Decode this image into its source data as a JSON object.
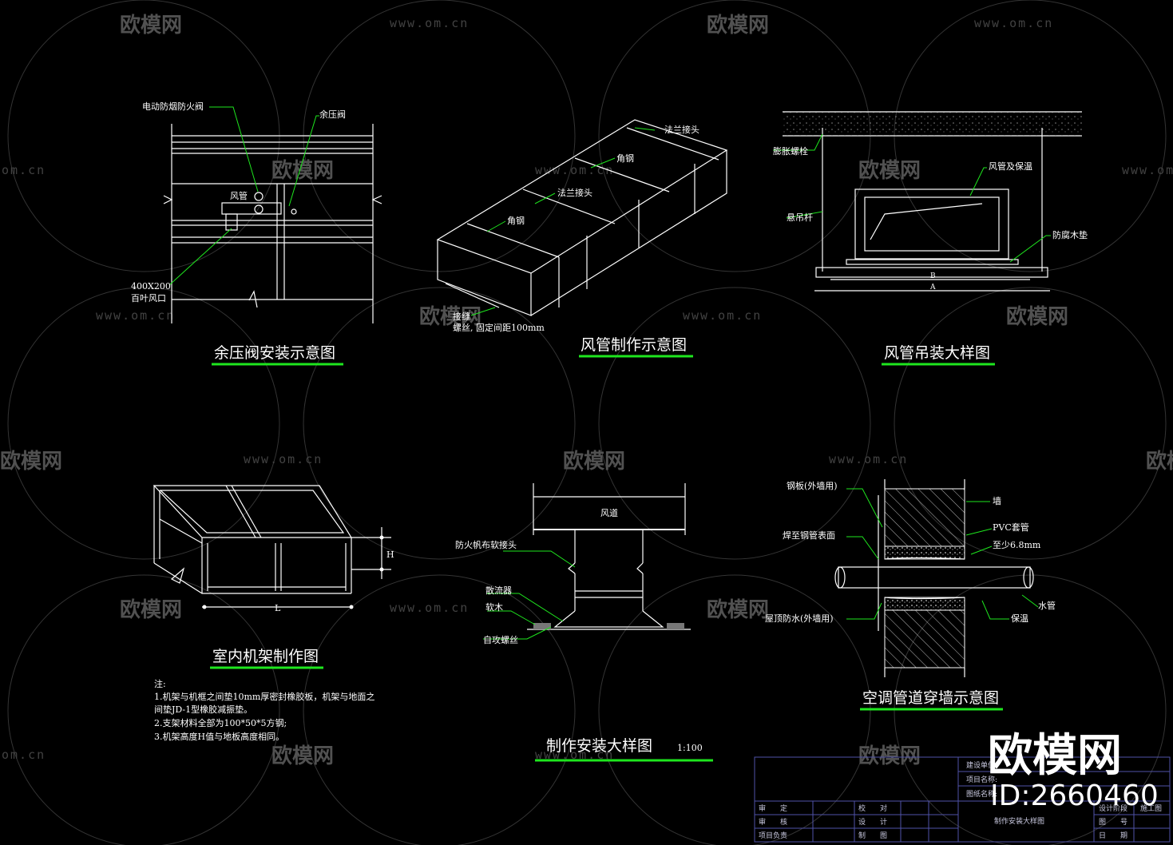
{
  "watermark": {
    "logo_text": "欧模网",
    "url": "www.om.cn",
    "url_partial": "om.cn",
    "big_logo": "欧模网",
    "id_text": "ID:2660460"
  },
  "drawing1": {
    "title": "余压阀安装示意图",
    "labels": {
      "fire_damper": "电动防烟防火阀",
      "pressure_valve": "余压阀",
      "duct": "风管",
      "size": "400X200",
      "louver": "百叶风口"
    }
  },
  "drawing2": {
    "title": "风管制作示意图",
    "labels": {
      "flange1": "法兰接头",
      "angle1": "角钢",
      "flange2": "法兰接头",
      "angle2": "角钢",
      "joint": "接缝",
      "bolt": "螺丝, 固定间距100mm"
    }
  },
  "drawing3": {
    "title": "风管吊装大样图",
    "labels": {
      "anchor": "膨胀螺栓",
      "duct_ins": "风管及保温",
      "rod": "悬吊杆",
      "wood": "防腐木垫",
      "dim_b": "B",
      "dim_a": "A"
    }
  },
  "drawing4": {
    "title": "室内机架制作图",
    "labels": {
      "dim_l": "L",
      "dim_h": "H"
    }
  },
  "drawing5": {
    "title": "制作安装大样图",
    "scale": "1:100",
    "labels": {
      "duct": "风道",
      "canvas": "防火帆布软接头",
      "diffuser": "散流器",
      "softwood": "软木",
      "screw": "自攻螺丝"
    }
  },
  "drawing6": {
    "title": "空调管道穿墙示意图",
    "labels": {
      "plate": "钢板(外墙用)",
      "wall": "墙",
      "weld": "焊至钢管表面",
      "pvc": "PVC套管",
      "min": "至少6.8mm",
      "pipe": "水管",
      "roof": "屋顶防水(外墙用)",
      "ins": "保温"
    }
  },
  "notes": {
    "head": "注:",
    "lines": [
      "1.机架与机框之间垫10mm厚密封橡胶板，机架与地面之",
      "间垫JD-1型橡胶减振垫。",
      "2.支架材料全部为100*50*5方钢;",
      "3.机架高度H值与地板高度相同。"
    ]
  },
  "title_block": {
    "c1": "审　　定",
    "c2": "审　　核",
    "c3": "项目负责",
    "c4": "校　　对",
    "c5": "设　　计",
    "c6": "制　　图",
    "r1": "建设单位:",
    "r2": "项目名称:",
    "r3": "图纸名称:",
    "drawing_name": "制作安装大样图",
    "k1": "设计阶段",
    "v1": "施工图",
    "k2": "图　　号",
    "k3": "日　　期"
  }
}
